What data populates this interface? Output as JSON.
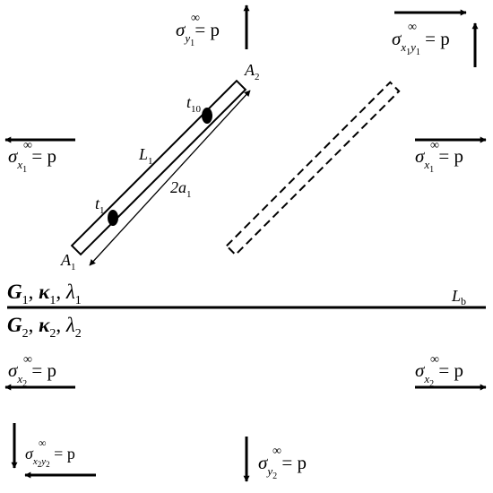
{
  "colors": {
    "ink": "#000000",
    "background": "#ffffff"
  },
  "interface": {
    "label": "L",
    "label_sub": "b"
  },
  "upper_material": {
    "G": "G",
    "G_sub": "1",
    "kappa": "κ",
    "kappa_sub": "1",
    "lambda": "λ",
    "lambda_sub": "1"
  },
  "lower_material": {
    "G": "G",
    "G_sub": "2",
    "kappa": "κ",
    "kappa_sub": "2",
    "lambda": "λ",
    "lambda_sub": "2"
  },
  "crack": {
    "tip_a1": "A",
    "tip_a1_sub": "1",
    "tip_a2": "A",
    "tip_a2_sub": "2",
    "t1": "t",
    "t1_sub": "1",
    "t10": "t",
    "t10_sub": "10",
    "line_label": "L",
    "line_label_sub": "1",
    "length": "2a",
    "length_sub": "1"
  },
  "stresses": {
    "sigma": "σ",
    "infinity": "∞",
    "rhs": " = p",
    "top_y1": {
      "sub": "y",
      "sub2": "1"
    },
    "top_xy1": {
      "sub": "x",
      "sub2": "1",
      "sub3": "y",
      "sub4": "1"
    },
    "left_x1": {
      "sub": "x",
      "sub2": "1"
    },
    "right_x1": {
      "sub": "x",
      "sub2": "1"
    },
    "left_x2": {
      "sub": "x",
      "sub2": "2"
    },
    "right_x2": {
      "sub": "x",
      "sub2": "2"
    },
    "bottom_xy2": {
      "sub": "x",
      "sub2": "2",
      "sub3": "y",
      "sub4": "2"
    },
    "bottom_y2": {
      "sub": "y",
      "sub2": "2"
    }
  }
}
